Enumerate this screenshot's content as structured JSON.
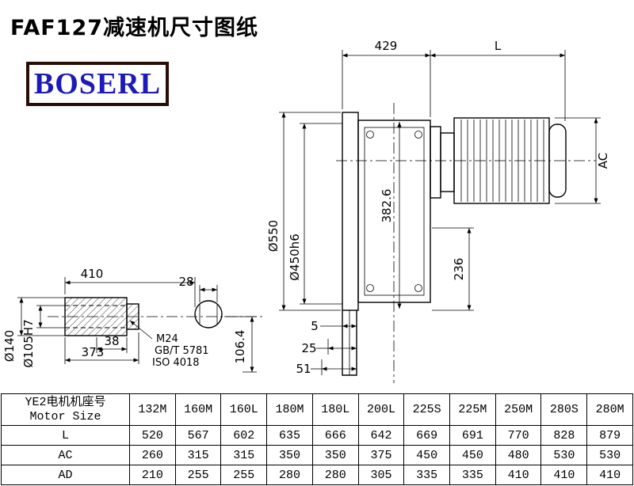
{
  "page": {
    "title": "FAF127减速机尺寸图纸",
    "logo_text": "BOSERL"
  },
  "drawing": {
    "dim_429": "429",
    "dim_L": "L",
    "dim_AC": "AC",
    "dim_d550": "Ø550",
    "dim_d450h6": "Ø450h6",
    "dim_382_6": "382.6",
    "dim_236": "236",
    "dim_5": "5",
    "dim_25": "25",
    "dim_51": "51",
    "dim_410": "410",
    "dim_28": "28",
    "dim_38": "38",
    "dim_373": "373",
    "dim_d140": "Ø140",
    "dim_d105h7": "Ø105H7",
    "label_m24": "M24",
    "label_gb": "GB/T 5781",
    "label_iso": "ISO 4018",
    "dim_106_4": "106.4"
  },
  "table": {
    "header_cn": "YE2电机机座号",
    "header_en": "Motor Size",
    "sizes": [
      "132M",
      "160M",
      "160L",
      "180M",
      "180L",
      "200L",
      "225S",
      "225M",
      "250M",
      "280S",
      "280M"
    ],
    "rows": [
      {
        "label": "L",
        "values": [
          "520",
          "567",
          "602",
          "635",
          "666",
          "642",
          "669",
          "691",
          "770",
          "828",
          "879"
        ]
      },
      {
        "label": "AC",
        "values": [
          "260",
          "315",
          "315",
          "350",
          "350",
          "375",
          "450",
          "450",
          "480",
          "530",
          "530"
        ]
      },
      {
        "label": "AD",
        "values": [
          "210",
          "255",
          "255",
          "280",
          "280",
          "305",
          "335",
          "335",
          "410",
          "410",
          "410"
        ]
      }
    ]
  }
}
